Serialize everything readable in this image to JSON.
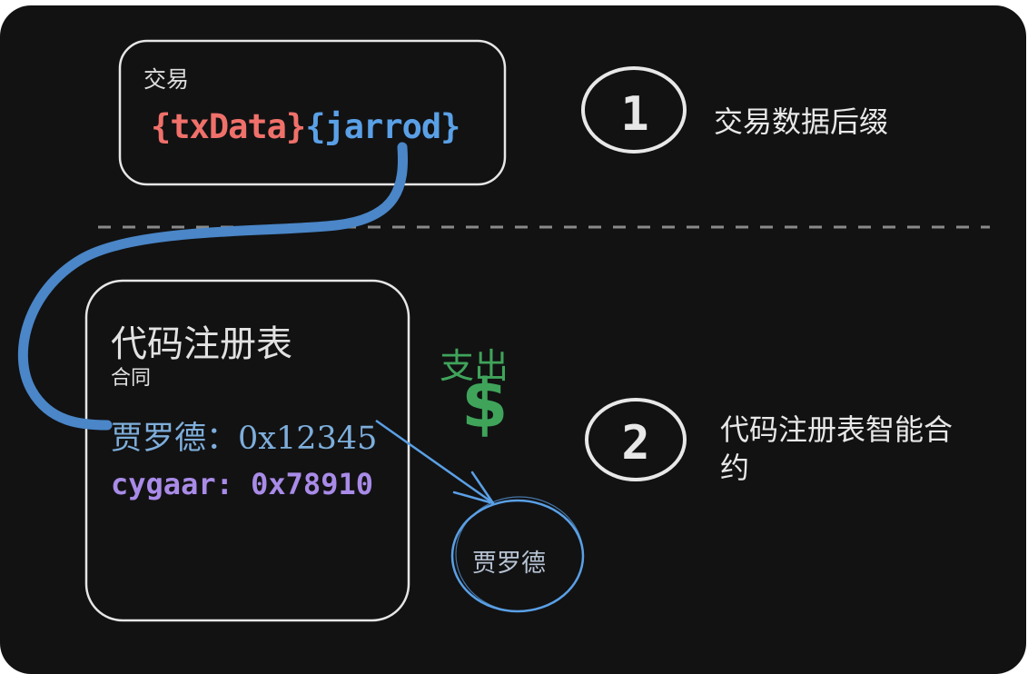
{
  "colors": {
    "background": "#121213",
    "outline": "#e6e6e6",
    "tx_data": "#f0706a",
    "jarrod_tag": "#5aa0e6",
    "connector": "#4a86c8",
    "address_jarrod": "#7eaedb",
    "address_cygaar": "#a98be8",
    "payout": "#3fa45a",
    "dashed_divider": "#8a8a8a"
  },
  "transaction_box": {
    "label": "交易",
    "tx_data": "{txData}",
    "suffix": "{jarrod}"
  },
  "step_1": {
    "number": "1",
    "description": "交易数据后缀"
  },
  "registry_box": {
    "title": "代码注册表",
    "subtitle": "合同",
    "entries": [
      {
        "name": "贾罗德",
        "separator": "：",
        "address": "0x12345"
      },
      {
        "name": "cygaar",
        "separator": ": ",
        "address": "0x78910"
      }
    ]
  },
  "payout": {
    "label": "支出",
    "symbol": "$"
  },
  "recipient_circle": {
    "label": "贾罗德"
  },
  "step_2": {
    "number": "2",
    "description_line1": "代码注册表智能合",
    "description_line2": "约"
  }
}
